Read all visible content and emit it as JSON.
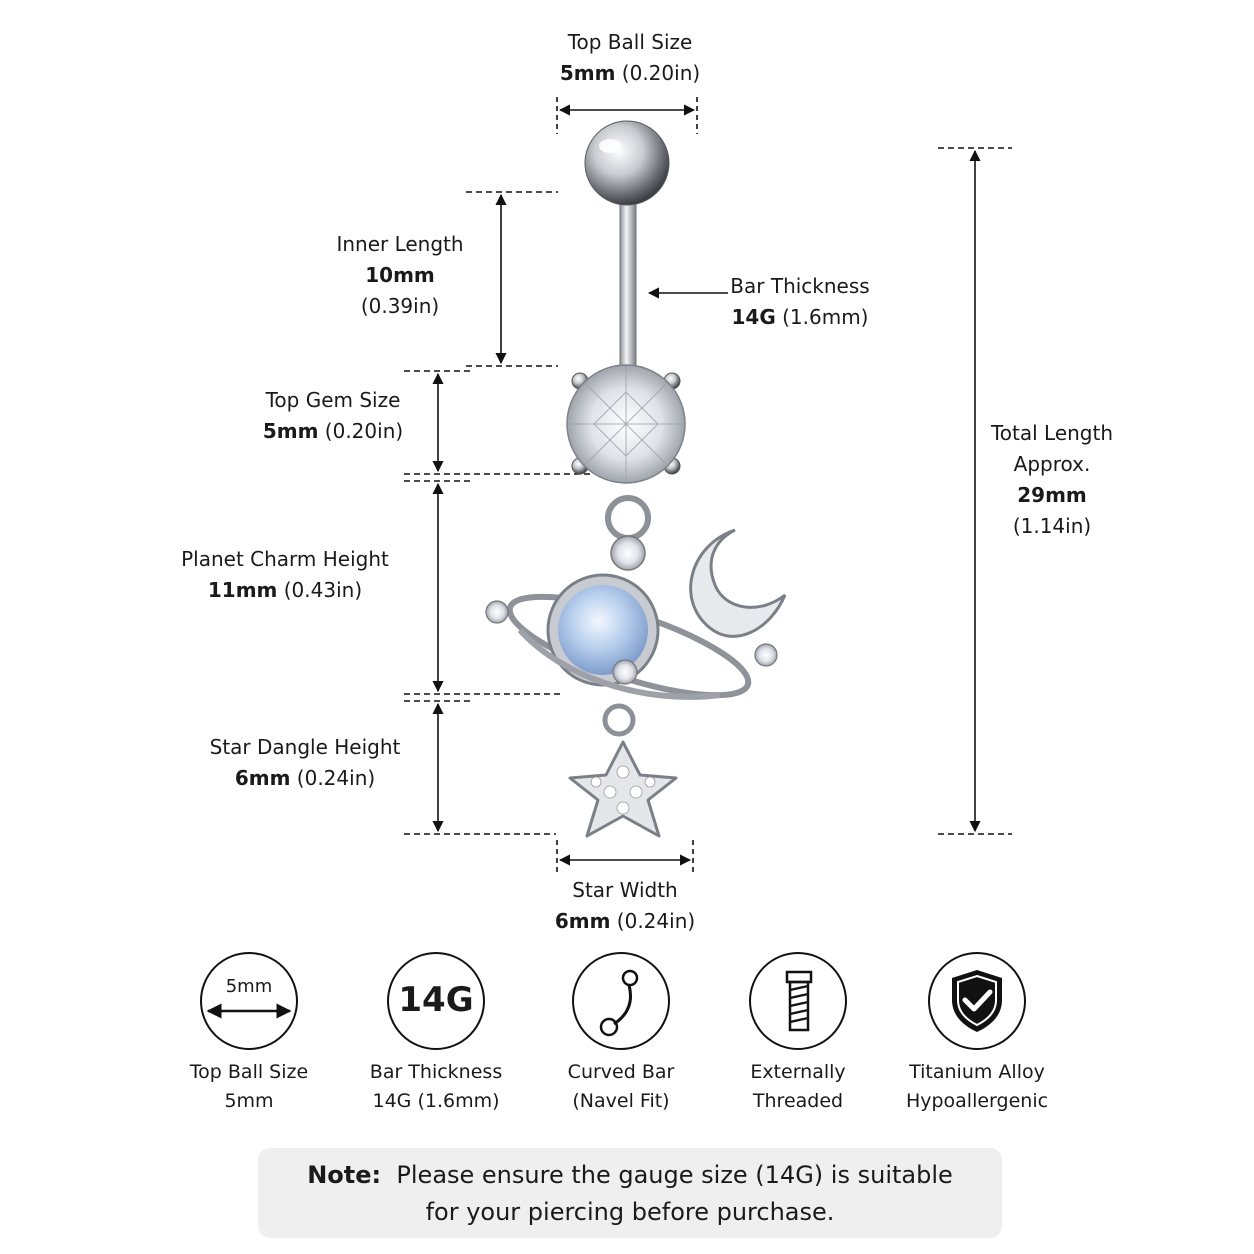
{
  "dimensions": {
    "top_ball": {
      "label": "Top Ball Size",
      "value": "5mm",
      "imperial": "(0.20in)"
    },
    "inner_length": {
      "label": "Inner Length",
      "value": "10mm",
      "imperial": "(0.39in)"
    },
    "bar_thickness": {
      "label": "Bar Thickness",
      "value": "14G",
      "imperial": "(1.6mm)"
    },
    "top_gem": {
      "label": "Top Gem Size",
      "value": "5mm",
      "imperial": "(0.20in)"
    },
    "planet_charm": {
      "label": "Planet Charm Height",
      "value": "11mm",
      "imperial": "(0.43in)"
    },
    "star_dangle": {
      "label": "Star Dangle Height",
      "value": "6mm",
      "imperial": "(0.24in)"
    },
    "star_width": {
      "label": "Star Width",
      "value": "6mm",
      "imperial": "(0.24in)"
    },
    "total_length": {
      "label": "Total Length",
      "label2": "Approx.",
      "value": "29mm",
      "imperial": "(1.14in)"
    }
  },
  "features": [
    {
      "icon": "ball-size-icon",
      "icon_text": "5mm",
      "line1": "Top Ball Size",
      "line2": "5mm"
    },
    {
      "icon": "gauge-icon",
      "icon_text": "14G",
      "line1": "Bar Thickness",
      "line2": "14G (1.6mm)"
    },
    {
      "icon": "curved-bar-icon",
      "line1": "Curved Bar",
      "line2": "(Navel Fit)"
    },
    {
      "icon": "screw-thread-icon",
      "line1": "Externally",
      "line2": "Threaded"
    },
    {
      "icon": "shield-check-icon",
      "line1": "Titanium Alloy",
      "line2": "Hypoallergenic"
    }
  ],
  "note": {
    "prefix": "Note:",
    "line1": "Please ensure the gauge size (14G) is suitable",
    "line2": "for your piercing before purchase."
  },
  "colors": {
    "text": "#1a1a1a",
    "metal": "#c9ccd1",
    "opal": "#a9c4e6",
    "note_bg": "#efefef"
  }
}
